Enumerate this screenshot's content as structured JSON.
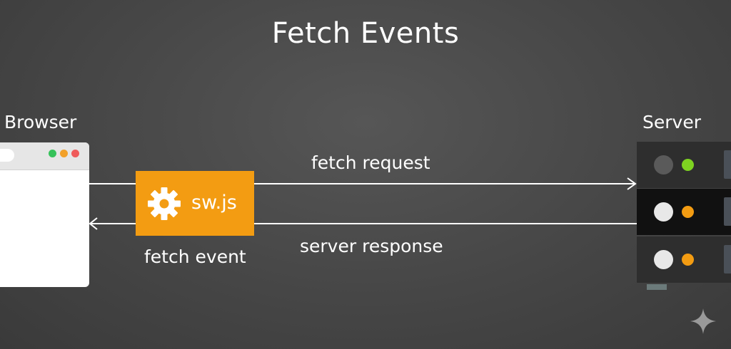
{
  "title": "Fetch Events",
  "browser": {
    "label": "Browser",
    "window_dots": [
      "green",
      "orange",
      "red"
    ]
  },
  "service_worker": {
    "label": "sw.js",
    "icon": "gear-icon",
    "caption": "fetch event",
    "color": "#f39c12"
  },
  "arrows": {
    "request_label": "fetch request",
    "response_label": "server response"
  },
  "server": {
    "label": "Server",
    "units": [
      {
        "big_light": "#5a5a5a",
        "small_light": "#7ed321"
      },
      {
        "big_light": "#e8e8e8",
        "small_light": "#f39c12"
      },
      {
        "big_light": "#e8e8e8",
        "small_light": "#f39c12"
      }
    ]
  },
  "watermark_icon": "sparkle-icon"
}
